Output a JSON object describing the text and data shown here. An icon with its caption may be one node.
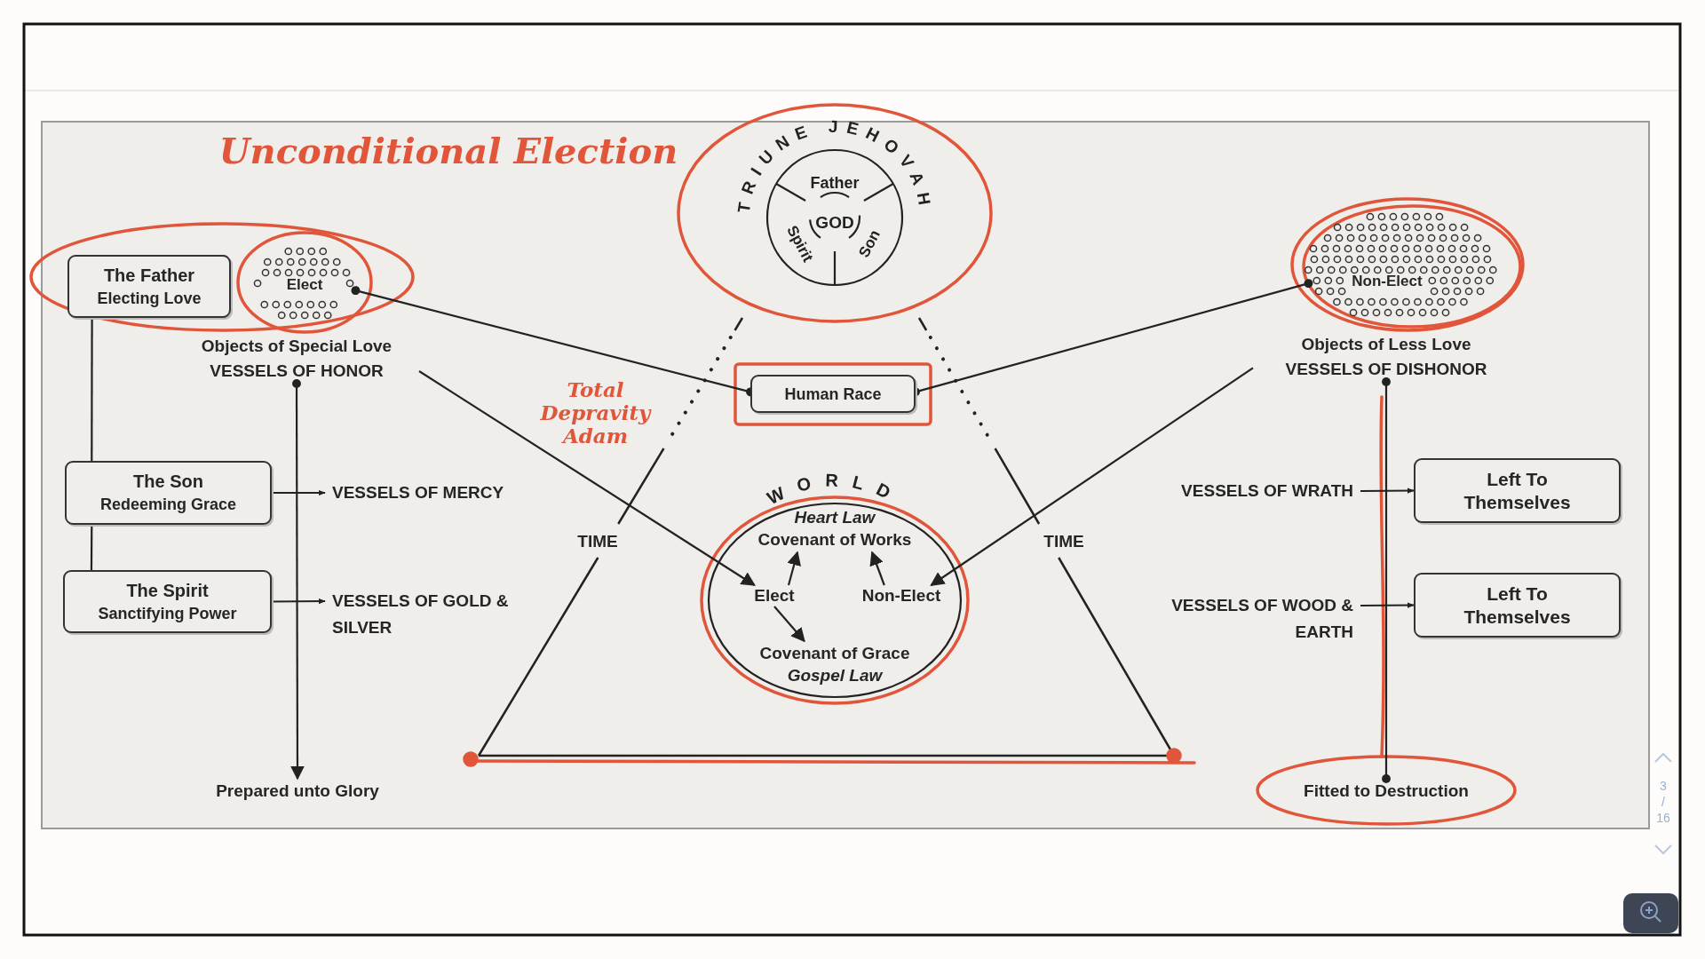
{
  "diagram": {
    "nodes": [
      {
        "text": [
          "The Father",
          "Electing Love"
        ]
      },
      {
        "text": [
          "Elect"
        ]
      },
      {
        "text": [
          "Objects of Special Love",
          "VESSELS OF HONOR"
        ]
      },
      {
        "text": [
          "The Son",
          "Redeeming Grace"
        ]
      },
      {
        "text": [
          "The Spirit",
          "Sanctifying Power"
        ]
      },
      {
        "text": [
          "VESSELS OF MERCY"
        ]
      },
      {
        "text": [
          "VESSELS OF GOLD & SILVER"
        ]
      },
      {
        "text": [
          "Prepared unto Glory"
        ]
      },
      {
        "text": [
          "TRIUNE JEHOVAH",
          "Father",
          "GOD",
          "Spirit",
          "Son"
        ]
      },
      {
        "text": [
          "Human Race"
        ]
      },
      {
        "text": [
          "WORLD"
        ]
      },
      {
        "text": [
          "Heart Law",
          "Covenant of Works"
        ],
        "in": 10
      },
      {
        "text": [
          "Elect"
        ],
        "in": 10
      },
      {
        "text": [
          "Non-Elect"
        ],
        "in": 10
      },
      {
        "text": [
          "Covenant of Grace",
          "Gospel Law"
        ],
        "in": 10
      },
      {
        "text": [
          "Non-Elect"
        ]
      },
      {
        "text": [
          "Objects of Less Love",
          "VESSELS OF DISHONOR"
        ]
      },
      {
        "text": [
          "VESSELS OF WRATH"
        ]
      },
      {
        "text": [
          "VESSELS OF WOOD & EARTH"
        ]
      },
      {
        "text": [
          "Left To Themselves"
        ]
      },
      {
        "text": [
          "Left To Themselves"
        ]
      },
      {
        "text": [
          "Fitted to Destruction"
        ]
      }
    ],
    "edges": [
      {
        "from": 0,
        "to": 3,
        "arrow": "none"
      },
      {
        "from": 3,
        "to": 4,
        "arrow": "none"
      },
      {
        "from": 3,
        "to": 5,
        "arrow": "to"
      },
      {
        "from": 4,
        "to": 6,
        "arrow": "to"
      },
      {
        "from": 2,
        "to": 7,
        "arrow": "to"
      },
      {
        "from": 1,
        "to": 9,
        "arrow": "other"
      },
      {
        "from": 9,
        "to": 15,
        "arrow": "other"
      },
      {
        "from": 2,
        "to": 12,
        "arrow": "to"
      },
      {
        "from": 12,
        "to": 11,
        "arrow": "to"
      },
      {
        "from": 13,
        "to": 11,
        "arrow": "to"
      },
      {
        "from": 16,
        "to": 13,
        "arrow": "to"
      },
      {
        "from": 12,
        "to": 14,
        "arrow": "to"
      },
      {
        "from": 17,
        "to": 19,
        "arrow": "to"
      },
      {
        "from": 18,
        "to": 20,
        "arrow": "to"
      },
      {
        "from": 16,
        "to": 21,
        "arrow": "other"
      }
    ],
    "labels": [
      "Unconditional Election",
      "Total Depravity Adam",
      "TIME",
      "TIME",
      "3",
      "/",
      "16"
    ]
  }
}
